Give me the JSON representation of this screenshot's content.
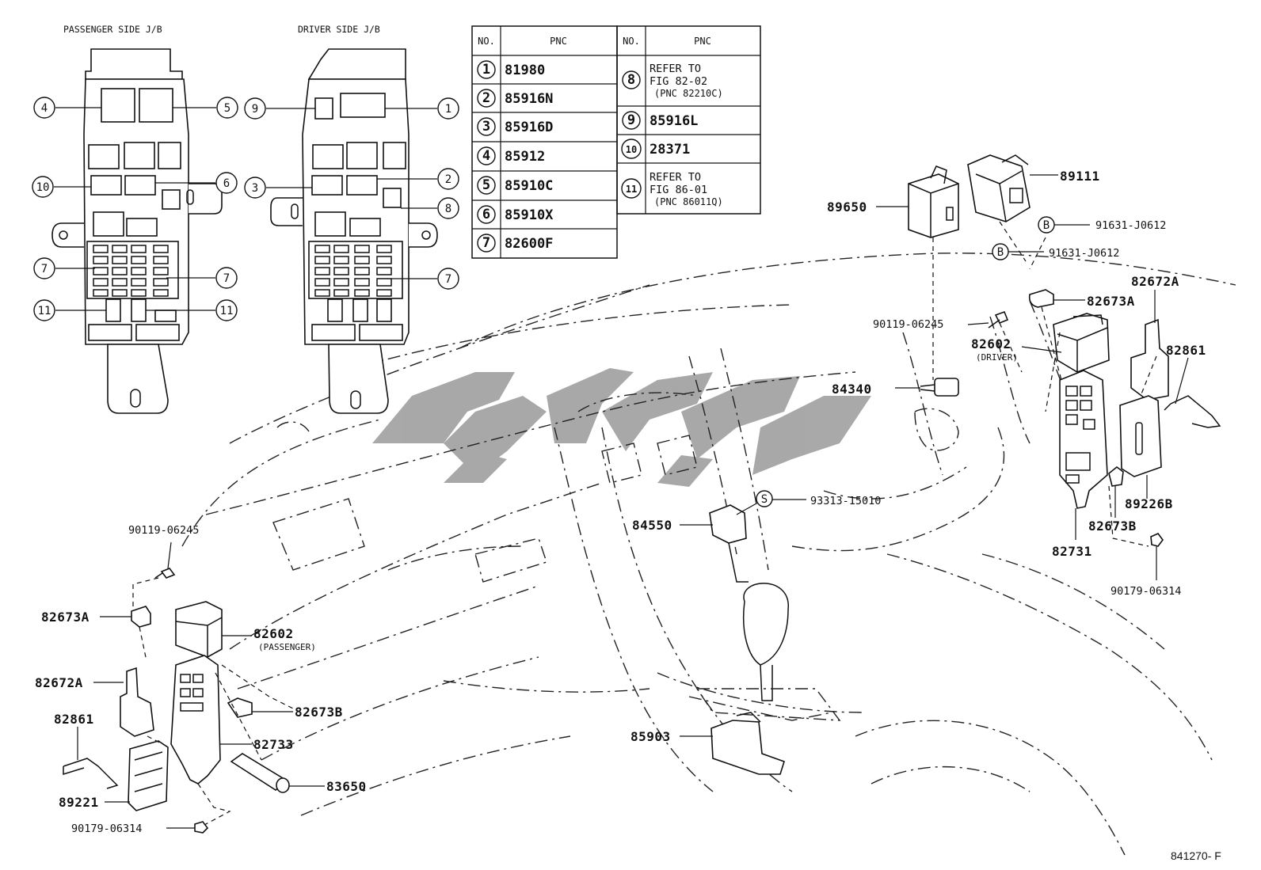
{
  "headers": {
    "passenger": "PASSENGER SIDE J/B",
    "driver": "DRIVER SIDE J/B"
  },
  "table": {
    "col_no": "NO.",
    "col_pnc": "PNC",
    "rows": [
      {
        "no": "1",
        "pnc": "81980"
      },
      {
        "no": "2",
        "pnc": "85916N"
      },
      {
        "no": "3",
        "pnc": "85916D"
      },
      {
        "no": "4",
        "pnc": "85912"
      },
      {
        "no": "5",
        "pnc": "85910C"
      },
      {
        "no": "6",
        "pnc": "85910X"
      },
      {
        "no": "7",
        "pnc": "82600F"
      },
      {
        "no": "8",
        "pnc_lines": [
          "REFER TO",
          "FIG 82-02",
          "(PNC 82210C)"
        ]
      },
      {
        "no": "9",
        "pnc": "85916L"
      },
      {
        "no": "10",
        "pnc": "28371"
      },
      {
        "no": "11",
        "pnc_lines": [
          "REFER TO",
          "FIG 86-01",
          "(PNC 86011Q)"
        ]
      }
    ]
  },
  "callouts": {
    "passenger_left": [
      "4",
      "10",
      "7",
      "11"
    ],
    "passenger_right": [
      "5",
      "6",
      "7",
      "11"
    ],
    "driver_left": [
      "9",
      "3"
    ],
    "driver_right": [
      "1",
      "2",
      "8",
      "7"
    ]
  },
  "parts": {
    "p89111": "89111",
    "p89650": "89650",
    "p91631a": "91631-J0612",
    "p91631b": "91631-J0612",
    "mark_b": "B",
    "p82673a_r": "82673A",
    "p90119_r": "90119-06245",
    "p82602_r": "82602",
    "p82602_r_sub": "(DRIVER)",
    "p82672a_r": "82672A",
    "p82861_r": "82861",
    "p84340": "84340",
    "mark_s": "S",
    "p93313": "93313-15010",
    "p84550": "84550",
    "p89226b": "89226B",
    "p82673b_r": "82673B",
    "p82731": "82731",
    "p90179_r": "90179-06314",
    "p90119_l": "90119-06245",
    "p82673a_l": "82673A",
    "p82602_l": "82602",
    "p82602_l_sub": "(PASSENGER)",
    "p82672a_l": "82672A",
    "p82673b_l": "82673B",
    "p82861_l": "82861",
    "p82733": "82733",
    "p83650": "83650",
    "p89221": "89221",
    "p90179_l": "90179-06314",
    "p85903": "85903"
  },
  "figure_id": "841270- F"
}
